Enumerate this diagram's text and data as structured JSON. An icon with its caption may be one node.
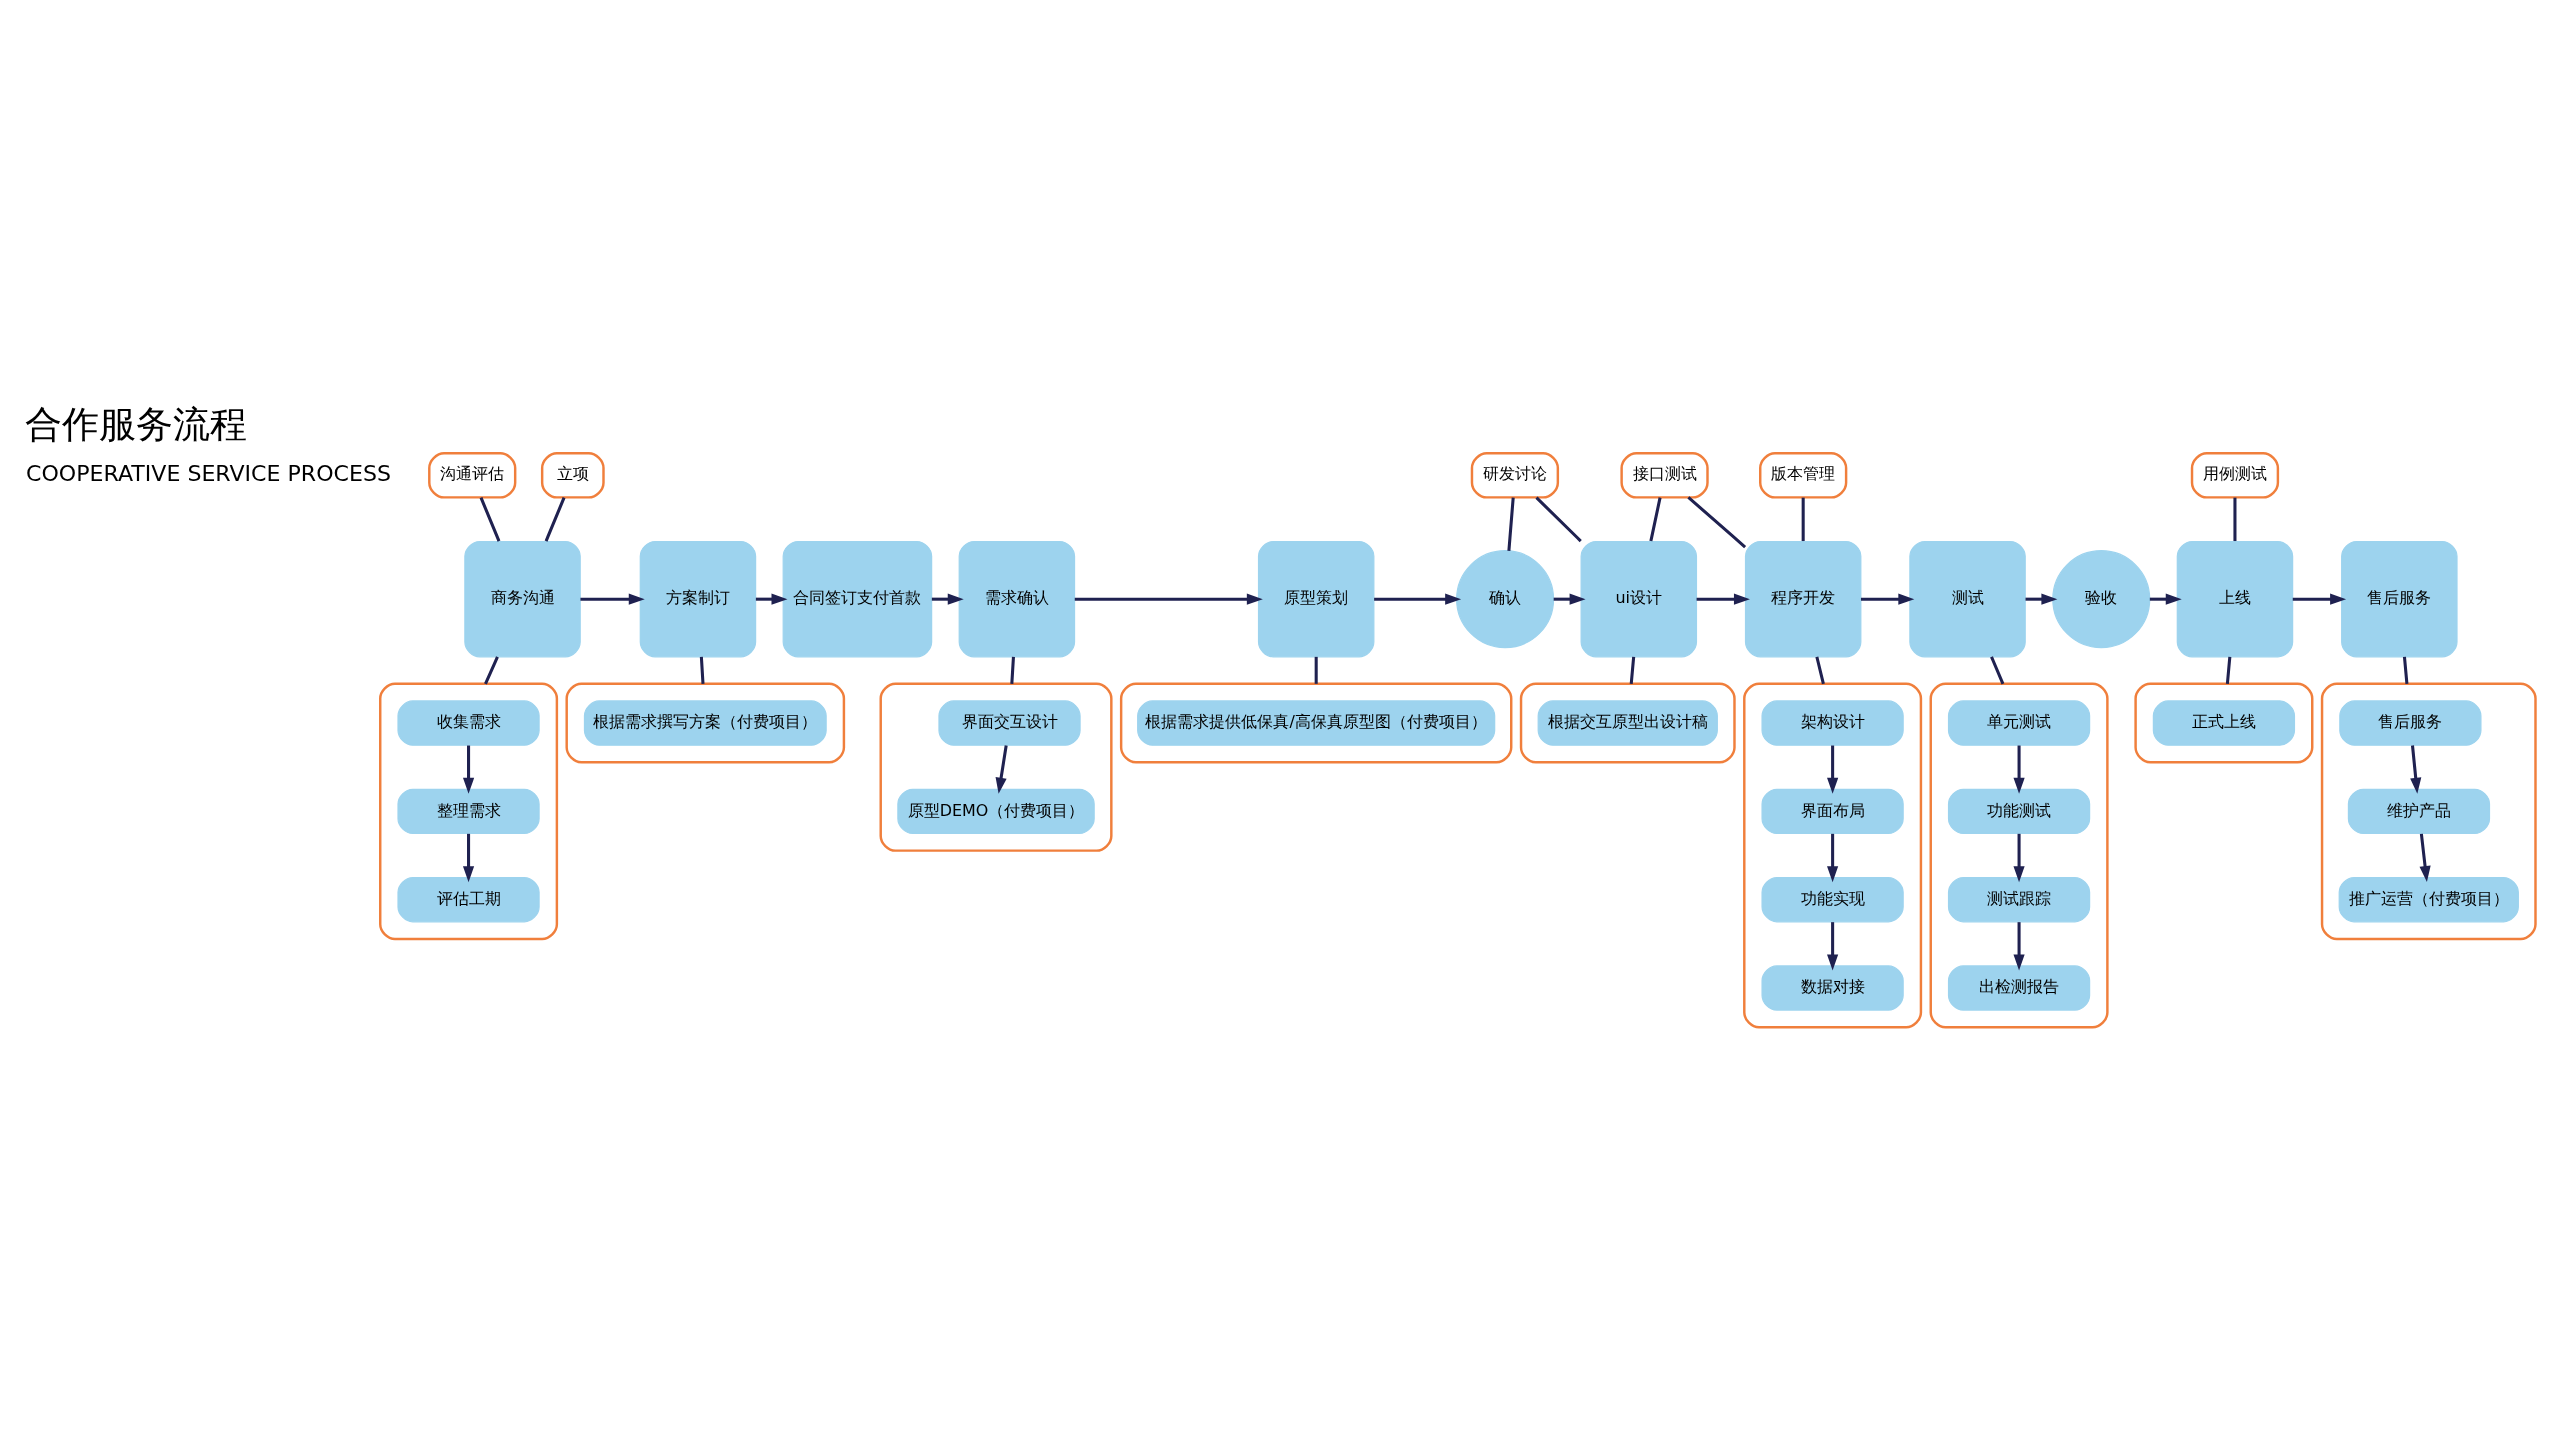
{
  "diagram": {
    "title": "合作服务流程",
    "nodes": [
      {
        "text": [
          "沟通评估"
        ]
      },
      {
        "text": [
          "立项"
        ]
      },
      {
        "text": [
          "研发讨论"
        ]
      },
      {
        "text": [
          "接口测试"
        ]
      },
      {
        "text": [
          "版本管理"
        ]
      },
      {
        "text": [
          "用例测试"
        ]
      },
      {
        "text": [
          "商务沟通"
        ]
      },
      {
        "text": [
          "方案制订"
        ]
      },
      {
        "text": [
          "合同签订支付首款"
        ]
      },
      {
        "text": [
          "需求确认"
        ]
      },
      {
        "text": [
          "原型策划"
        ]
      },
      {
        "text": [
          "确认"
        ]
      },
      {
        "text": [
          "ui设计"
        ]
      },
      {
        "text": [
          "程序开发"
        ]
      },
      {
        "text": [
          "测试"
        ]
      },
      {
        "text": [
          "验收"
        ]
      },
      {
        "text": [
          "上线"
        ]
      },
      {
        "text": [
          "售后服务"
        ]
      },
      {
        "text": [],
        "shape": "box"
      },
      {
        "text": [
          "收集需求"
        ],
        "in": 18
      },
      {
        "text": [
          "整理需求"
        ],
        "in": 18
      },
      {
        "text": [
          "评估工期"
        ],
        "in": 18
      },
      {
        "text": [],
        "shape": "box"
      },
      {
        "text": [
          "根据需求撰写方案（付费项目）"
        ],
        "in": 22
      },
      {
        "text": [],
        "shape": "box"
      },
      {
        "text": [
          "界面交互设计"
        ],
        "in": 24
      },
      {
        "text": [
          "原型DEMO（付费项目）"
        ],
        "in": 24
      },
      {
        "text": [],
        "shape": "box"
      },
      {
        "text": [
          "根据需求提供低保真/高保真原型图（付费项目）"
        ],
        "in": 27
      },
      {
        "text": [],
        "shape": "box"
      },
      {
        "text": [
          "根据交互原型出设计稿"
        ],
        "in": 29
      },
      {
        "text": [],
        "shape": "box"
      },
      {
        "text": [
          "架构设计"
        ],
        "in": 31
      },
      {
        "text": [
          "界面布局"
        ],
        "in": 31
      },
      {
        "text": [
          "功能实现"
        ],
        "in": 31
      },
      {
        "text": [
          "数据对接"
        ],
        "in": 31
      },
      {
        "text": [],
        "shape": "box"
      },
      {
        "text": [
          "单元测试"
        ],
        "in": 36
      },
      {
        "text": [
          "功能测试"
        ],
        "in": 36
      },
      {
        "text": [
          "测试跟踪"
        ],
        "in": 36
      },
      {
        "text": [
          "出检测报告"
        ],
        "in": 36
      },
      {
        "text": [],
        "shape": "box"
      },
      {
        "text": [
          "正式上线"
        ],
        "in": 41
      },
      {
        "text": [],
        "shape": "box"
      },
      {
        "text": [
          "售后服务"
        ],
        "in": 43
      },
      {
        "text": [
          "维护产品"
        ],
        "in": 43
      },
      {
        "text": [
          "推广运营（付费项目）"
        ],
        "in": 43
      }
    ],
    "edges": [
      {
        "from": 6,
        "to": 7,
        "arrow": "to"
      },
      {
        "from": 7,
        "to": 8,
        "arrow": "to"
      },
      {
        "from": 8,
        "to": 9,
        "arrow": "to"
      },
      {
        "from": 9,
        "to": 10,
        "arrow": "to"
      },
      {
        "from": 10,
        "to": 11,
        "arrow": "to"
      },
      {
        "from": 11,
        "to": 12,
        "arrow": "to"
      },
      {
        "from": 12,
        "to": 13,
        "arrow": "to"
      },
      {
        "from": 13,
        "to": 14,
        "arrow": "to"
      },
      {
        "from": 14,
        "to": 15,
        "arrow": "to"
      },
      {
        "from": 15,
        "to": 16,
        "arrow": "to"
      },
      {
        "from": 16,
        "to": 17,
        "arrow": "to"
      },
      {
        "from": 0,
        "to": 6,
        "arrow": "none"
      },
      {
        "from": 1,
        "to": 6,
        "arrow": "none"
      },
      {
        "from": 2,
        "to": 11,
        "arrow": "none"
      },
      {
        "from": 2,
        "to": 12,
        "arrow": "none"
      },
      {
        "from": 3,
        "to": 12,
        "arrow": "none"
      },
      {
        "from": 3,
        "to": 13,
        "arrow": "none"
      },
      {
        "from": 4,
        "to": 13,
        "arrow": "none"
      },
      {
        "from": 5,
        "to": 16,
        "arrow": "none"
      },
      {
        "from": 6,
        "to": 18,
        "arrow": "none"
      },
      {
        "from": 7,
        "to": 22,
        "arrow": "none"
      },
      {
        "from": 9,
        "to": 24,
        "arrow": "none"
      },
      {
        "from": 10,
        "to": 27,
        "arrow": "none"
      },
      {
        "from": 12,
        "to": 29,
        "arrow": "none"
      },
      {
        "from": 13,
        "to": 31,
        "arrow": "none"
      },
      {
        "from": 14,
        "to": 36,
        "arrow": "none"
      },
      {
        "from": 16,
        "to": 41,
        "arrow": "none"
      },
      {
        "from": 17,
        "to": 43,
        "arrow": "none"
      },
      {
        "from": 19,
        "to": 20,
        "arrow": "to"
      },
      {
        "from": 20,
        "to": 21,
        "arrow": "to"
      },
      {
        "from": 25,
        "to": 26,
        "arrow": "to"
      },
      {
        "from": 32,
        "to": 33,
        "arrow": "to"
      },
      {
        "from": 33,
        "to": 34,
        "arrow": "to"
      },
      {
        "from": 34,
        "to": 35,
        "arrow": "to"
      },
      {
        "from": 37,
        "to": 38,
        "arrow": "to"
      },
      {
        "from": 38,
        "to": 39,
        "arrow": "to"
      },
      {
        "from": 39,
        "to": 40,
        "arrow": "to"
      },
      {
        "from": 44,
        "to": 45,
        "arrow": "to"
      },
      {
        "from": 45,
        "to": 46,
        "arrow": "to"
      }
    ],
    "labels": [
      "COOPERATIVE SERVICE PROCESS"
    ]
  }
}
